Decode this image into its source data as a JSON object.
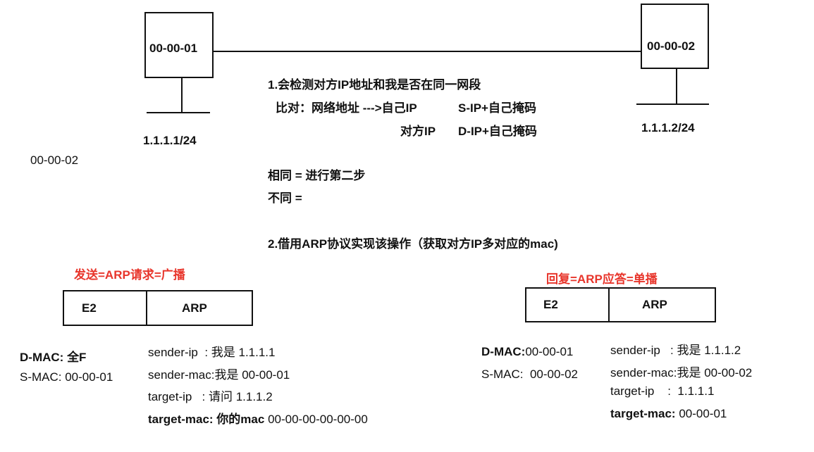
{
  "topology": {
    "host_left": {
      "mac": "00-00-01",
      "ip": "1.1.1.1/24"
    },
    "host_right": {
      "mac": "00-00-02",
      "ip": "1.1.1.2/24"
    },
    "side_note": "00-00-02"
  },
  "notes": {
    "step1": "1.会检测对方IP地址和我是否在同一网段",
    "compare_label": "比对：网络地址 --->自己IP",
    "compare_self": "S-IP+自己掩码",
    "peer_ip_label": "对方IP",
    "compare_peer": "D-IP+自己掩码",
    "same": "相同 = 进行第二步",
    "different": "不同 =",
    "step2": "2.借用ARP协议实现该操作（获取对方IP多对应的mac)"
  },
  "request": {
    "title": "发送=ARP请求=广播",
    "frame": [
      "E2",
      "ARP"
    ],
    "d_mac_label": "D-MAC:",
    "d_mac_value": "全F",
    "s_mac": "S-MAC: 00-00-01",
    "sender_ip": "sender-ip  : 我是 1.1.1.1",
    "sender_mac": "sender-mac:我是 00-00-01",
    "target_ip": "target-ip   : 请问 1.1.1.2",
    "target_mac_label": "target-mac: 你的mac",
    "target_mac_value": "00-00-00-00-00-00"
  },
  "reply": {
    "title": "回复=ARP应答=单播",
    "frame": [
      "E2",
      "ARP"
    ],
    "d_mac_label": "D-MAC:",
    "d_mac_value": "00-00-01",
    "s_mac": "S-MAC:  00-00-02",
    "sender_ip": "sender-ip   : 我是 1.1.1.2",
    "sender_mac": "sender-mac:我是 00-00-02",
    "target_ip": "target-ip    :  1.1.1.1",
    "target_mac_label": "target-mac:",
    "target_mac_value": "00-00-01"
  },
  "colors": {
    "accent": "#e8352b",
    "ink": "#111111"
  }
}
